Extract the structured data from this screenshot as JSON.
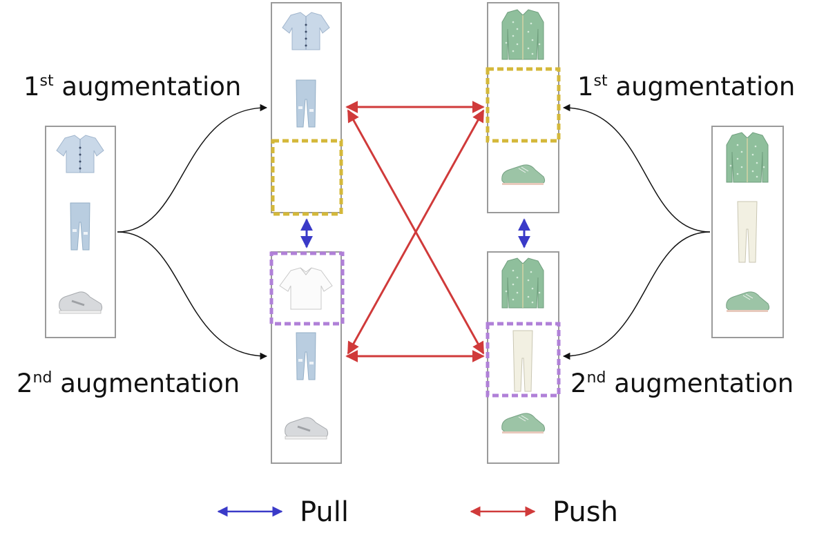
{
  "labels": {
    "top_left": {
      "base": "1",
      "sup": "st",
      "rest": " augmentation"
    },
    "bottom_left": {
      "base": "2",
      "sup": "nd",
      "rest": " augmentation"
    },
    "top_right": {
      "base": "1",
      "sup": "st",
      "rest": " augmentation"
    },
    "bottom_right": {
      "base": "2",
      "sup": "nd",
      "rest": " augmentation"
    }
  },
  "legend": {
    "pull": {
      "label": "Pull",
      "color": "#3a3ac8"
    },
    "push": {
      "label": "Push",
      "color": "#d03a3a"
    }
  },
  "colors": {
    "frame": "#9a9a9a",
    "masked_box": "#d4b83a",
    "replaced_box": "#b080d8",
    "branch_arrow": "#111111"
  },
  "outfits": {
    "left": [
      "light-blue-denim-shirt",
      "light-blue-ripped-jeans",
      "grey-sneakers"
    ],
    "right": [
      "green-patterned-cardigan",
      "cream-trousers",
      "green-lace-up-shoes"
    ]
  }
}
